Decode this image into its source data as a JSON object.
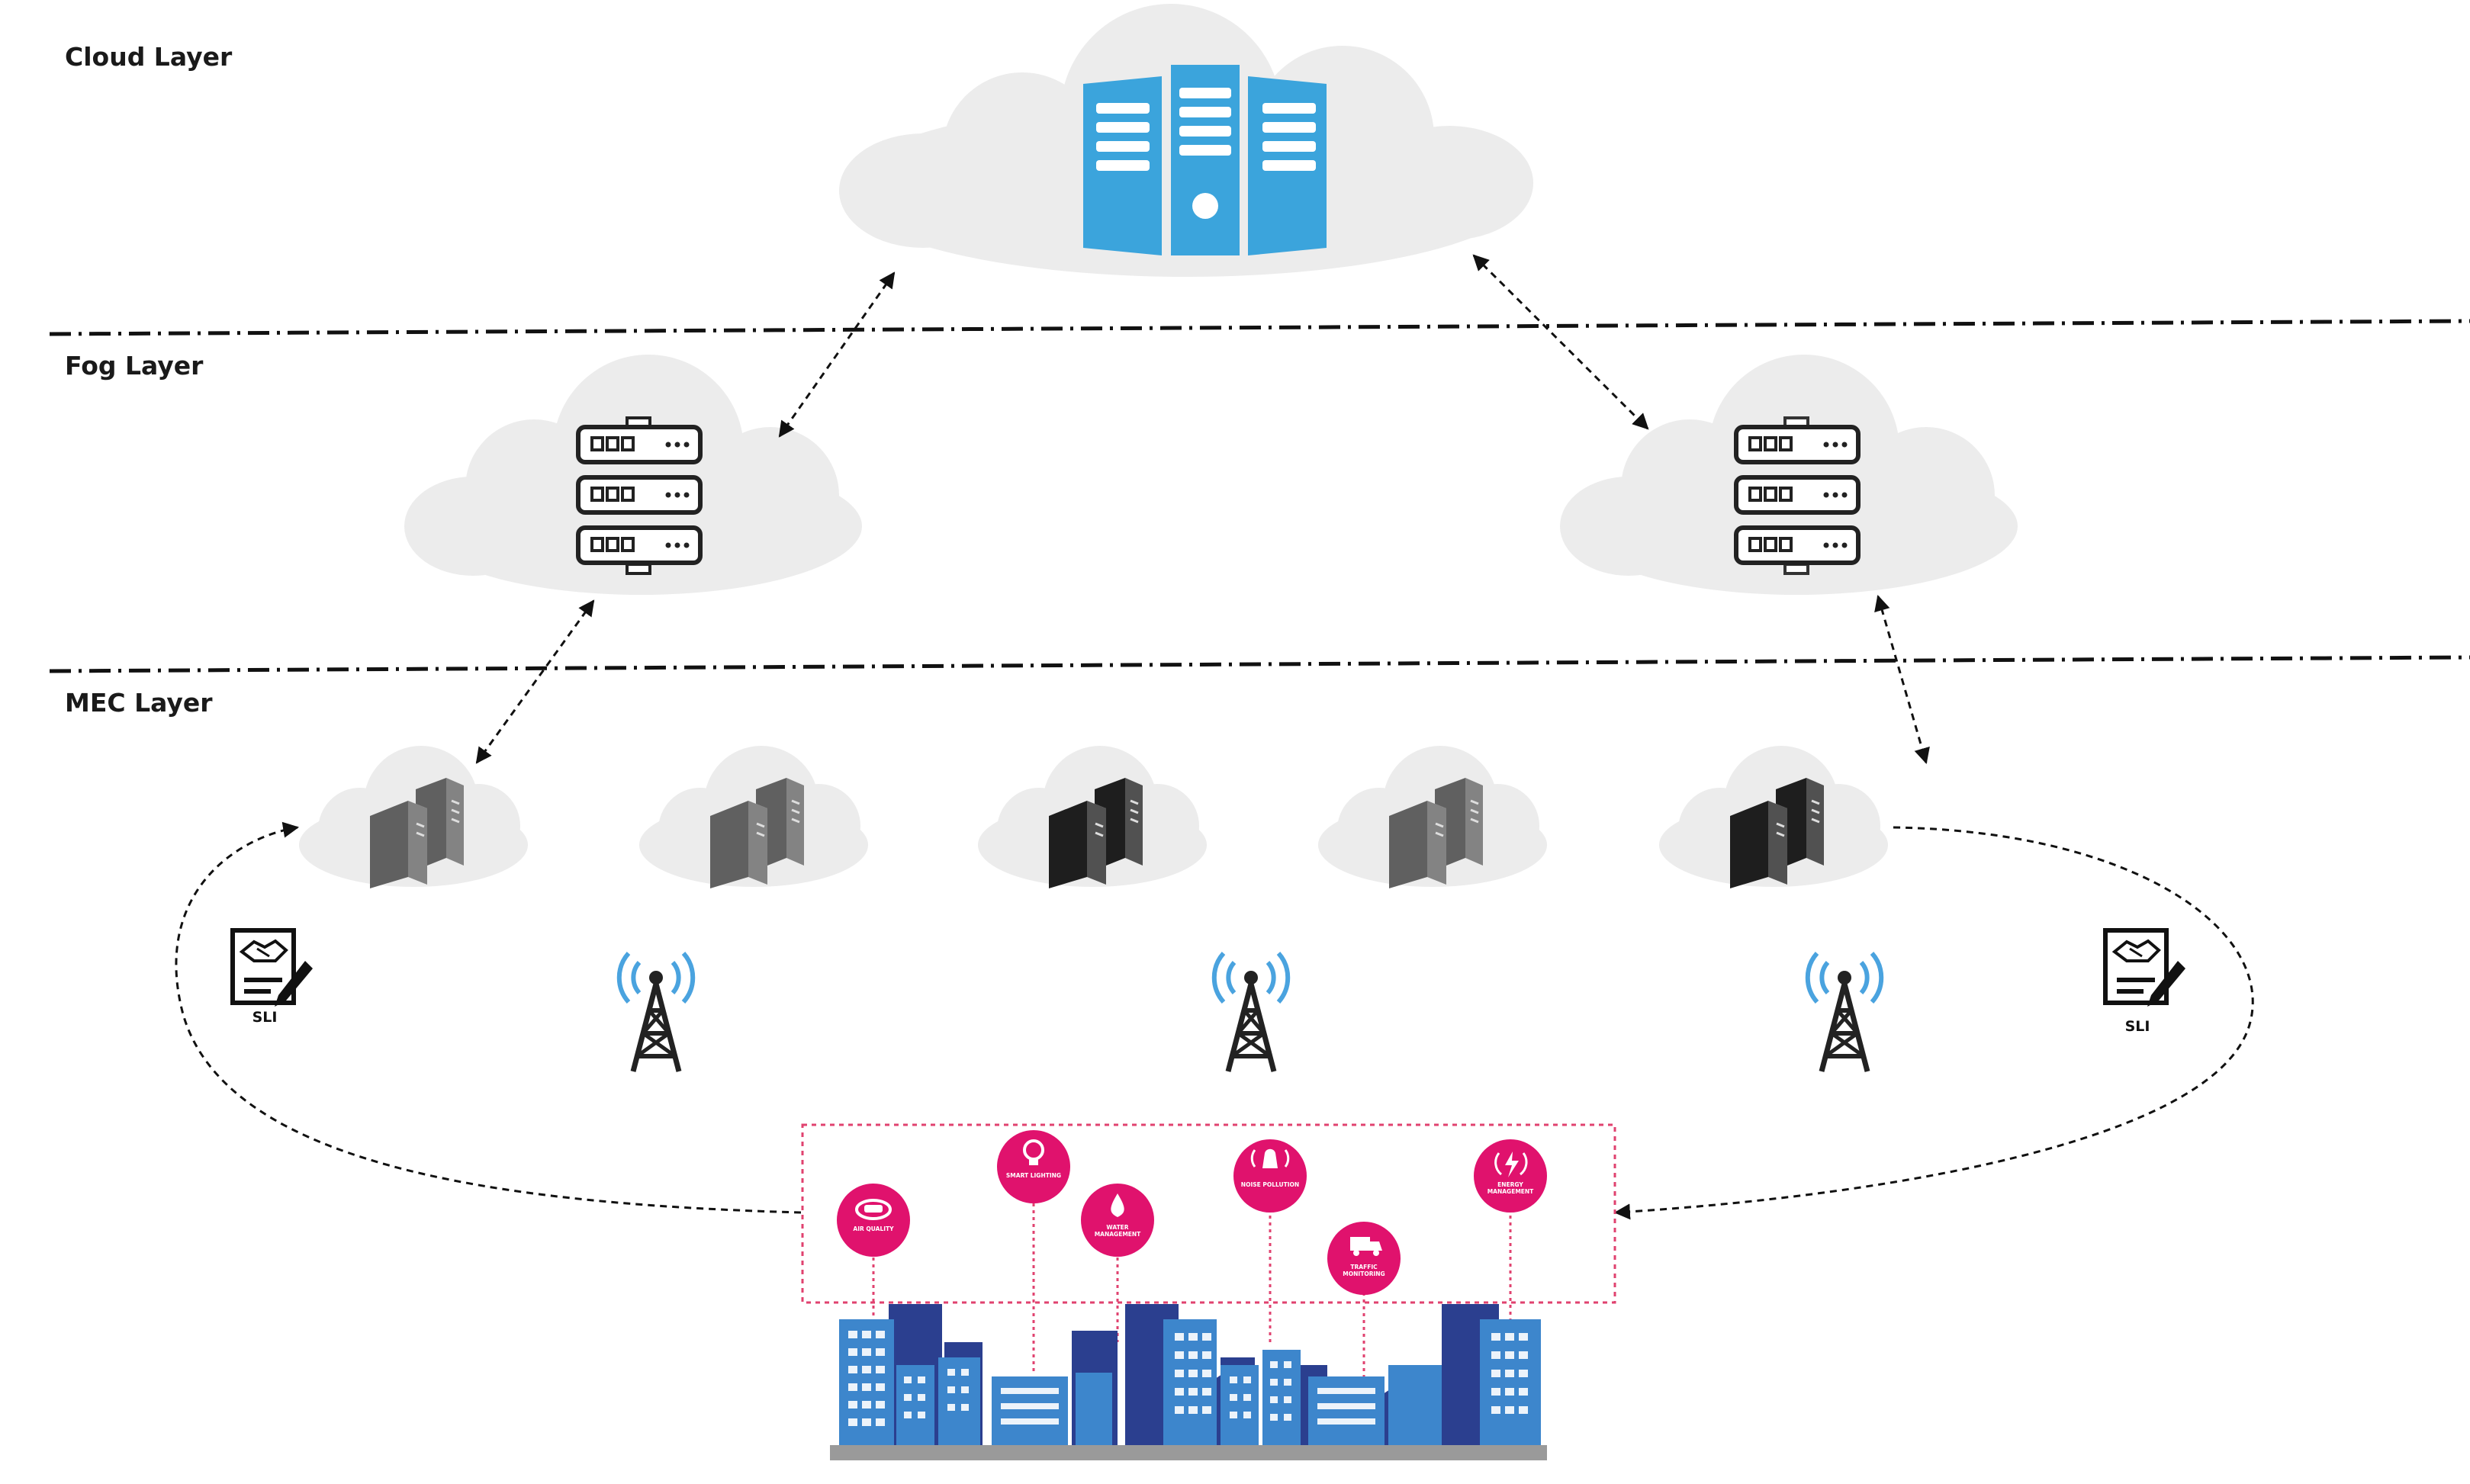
{
  "layers": {
    "cloud": "Cloud Layer",
    "fog": "Fog Layer",
    "mec": "MEC Layer"
  },
  "sla": {
    "left": "SLI",
    "right": "SLI"
  },
  "services": [
    {
      "label": "AIR QUALITY"
    },
    {
      "label": "SMART LIGHTING"
    },
    {
      "label": "WATER MANAGEMENT"
    },
    {
      "label": "NOISE POLLUTION"
    },
    {
      "label": "TRAFFIC MONITORING"
    },
    {
      "label": "ENERGY MANAGEMENT"
    }
  ],
  "colors": {
    "cloud_fill": "#ececec",
    "cloud_server": "#3ba4dc",
    "service_bubble": "#e0126d",
    "service_box_border": "#e0426f",
    "city_light": "#3d86cc",
    "city_dark": "#2b3f8f",
    "antenna_wave": "#4aa3df",
    "edge_server_grey": "#606060",
    "edge_server_black": "#1e1e1e"
  },
  "icons": {
    "cloud_server": "server-rack-icon",
    "fog_server": "stacked-server-icon",
    "edge_server": "tower-pc-icon",
    "antenna": "cell-tower-icon",
    "agreement": "contract-handshake-icon"
  }
}
